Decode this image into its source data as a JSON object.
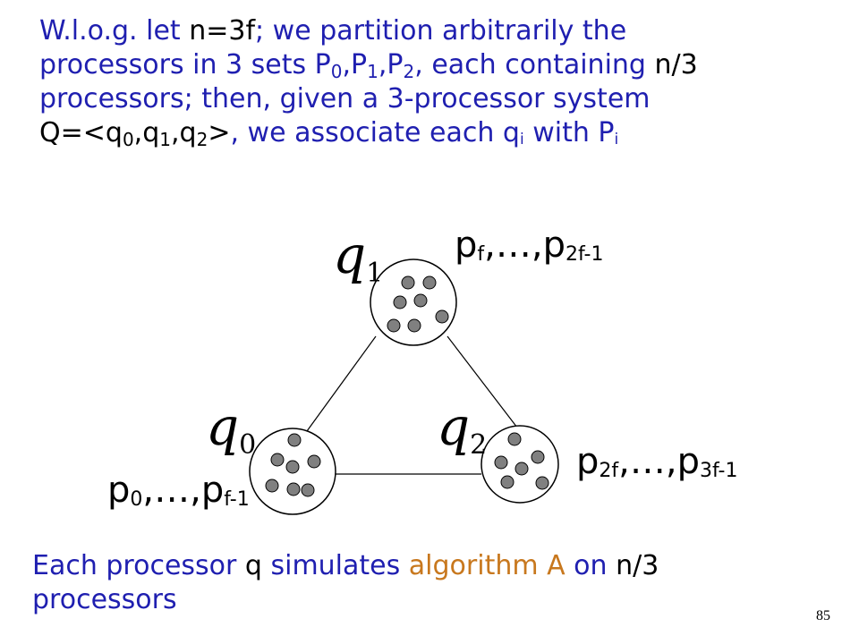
{
  "intro": {
    "l1": "W.l.o.g. let ",
    "l1_n3f": "n=3f",
    "l1_rest": "; we partition arbitrarily the",
    "l2_a": "processors in 3 sets P",
    "l2_s0": "0",
    "l2_c1": ",P",
    "l2_s1": "1",
    "l2_c2": ",P",
    "l2_s2": "2",
    "l2_b": ", each containing ",
    "l2_n3": "n/3",
    "l3": "processors; then, given a 3-processor system",
    "l4_q": "Q=<q",
    "l4_s0": "0",
    "l4_c1": ",q",
    "l4_s1": "1",
    "l4_c2": ",q",
    "l4_s2": "2",
    "l4_close": ">",
    "l4_b": ", we associate each q",
    "l4_si": "i",
    "l4_c": " with P",
    "l4_si2": "i"
  },
  "nodes": {
    "q1": {
      "q": "q",
      "sub": "1",
      "p_a": "p",
      "p_s1": "f",
      "p_mid": ",…,p",
      "p_s2": "2f-1"
    },
    "q0": {
      "q": "q",
      "sub": "0",
      "p_a": "p",
      "p_s1": "0",
      "p_mid": ",…,p",
      "p_s2": "f-1"
    },
    "q2": {
      "q": "q",
      "sub": "2",
      "p_a": "p",
      "p_s1": "2f",
      "p_mid": ",…,p",
      "p_s2": "3f-1"
    }
  },
  "footer": {
    "a": "Each processor ",
    "q": "q",
    "b": " simulates ",
    "alg": "algorithm A",
    "c": " on ",
    "n3": "n/3",
    "l2": "processors"
  },
  "page_number": "85",
  "colors": {
    "text_blue": "#1f1fb0",
    "highlight_orange": "#c8781e",
    "dot_fill": "#808080"
  }
}
